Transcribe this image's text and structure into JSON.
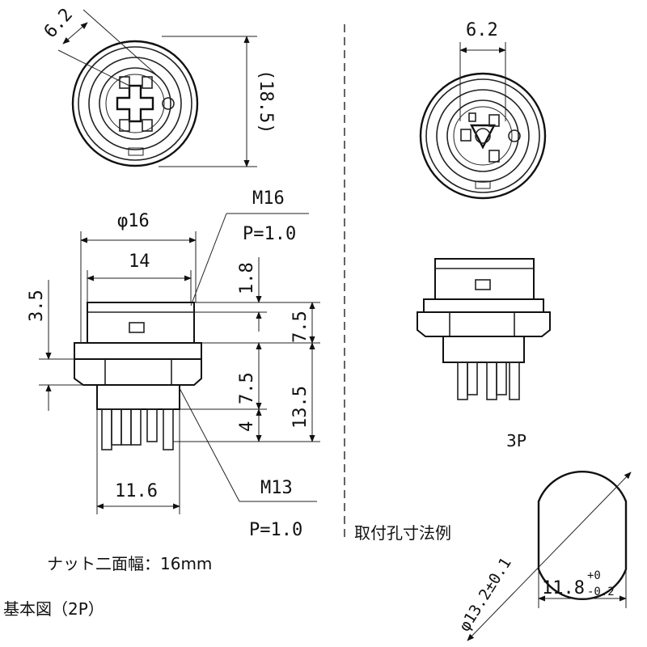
{
  "top_view_2p": {
    "dim_pin_spacing": "6.2",
    "dim_height": "(18.5)"
  },
  "top_view_3p": {
    "dim_pin_spacing": "6.2"
  },
  "side_view_2p": {
    "thread_top": "M16",
    "pitch_top": "P=1.0",
    "dim_phi16": "φ16",
    "dim_14": "14",
    "dim_3_5": "3.5",
    "dim_1_8": "1.8",
    "dim_7_5_upper": "7.5",
    "dim_7_5_lower": "7.5",
    "dim_13_5": "13.5",
    "dim_4": "4",
    "dim_11_6": "11.6",
    "thread_bottom": "M13",
    "pitch_bottom": "P=1.0"
  },
  "side_view_3p": {
    "label": "3P"
  },
  "mounting_hole": {
    "title": "取付孔寸法例",
    "dim_diameter": "φ13.2±0.1",
    "dim_width": "11.8",
    "tol_upper": "+0",
    "tol_lower": "-0.2"
  },
  "nut_note": "ナット二面幅：16mm",
  "caption": "基本図（2P）"
}
